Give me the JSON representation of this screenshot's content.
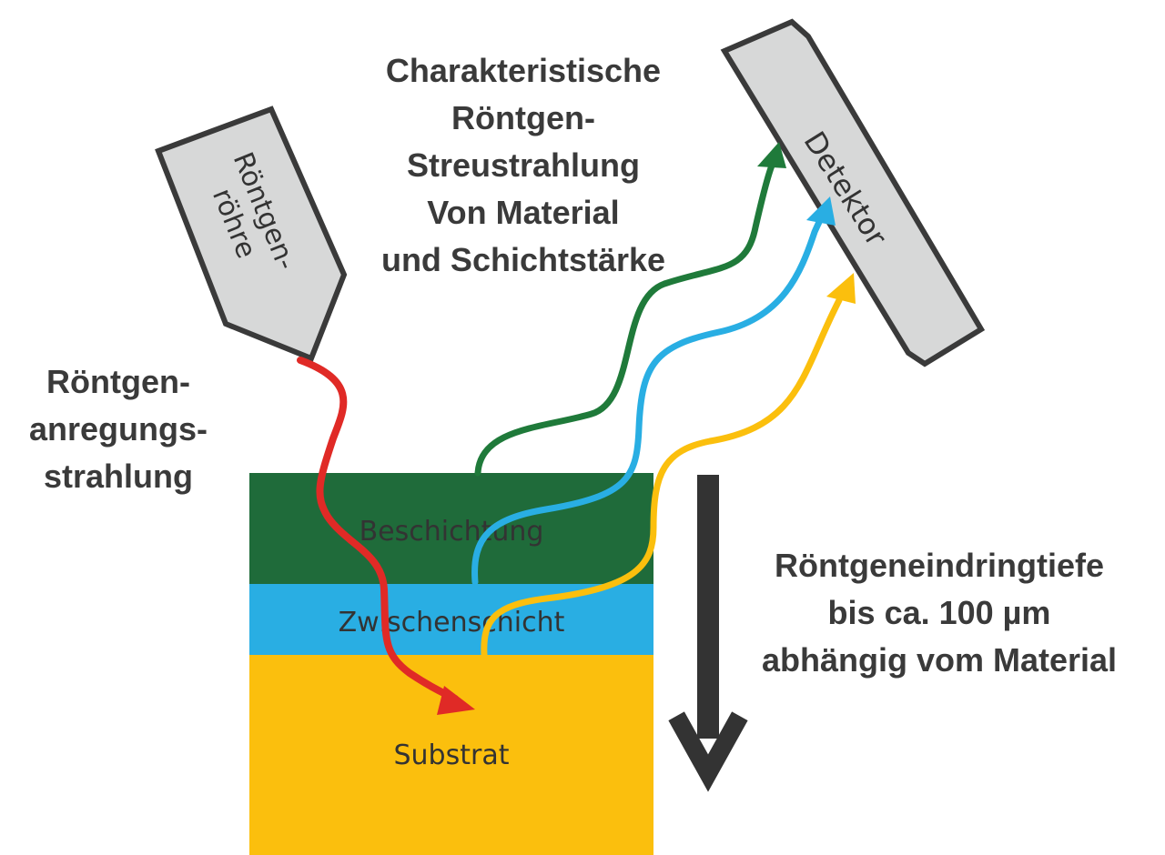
{
  "labels": {
    "characteristic": [
      "Charakteristische",
      "Röntgen-",
      "Streustrahlung",
      "Von Material",
      "und Schichtstärke"
    ],
    "excitation": [
      "Röntgen-",
      "anregungs-",
      "strahlung"
    ],
    "tube": [
      "Röntgen-",
      "röhre"
    ],
    "detector": "Detektor",
    "penetration": [
      "Röntgeneindringtiefe",
      "bis ca. 100 µm",
      "abhängig vom Material"
    ]
  },
  "layers": {
    "coating": "Beschichtung",
    "intermediate": "Zwischenschicht",
    "substrate": "Substrat"
  },
  "colors": {
    "coating": "#1f6b3a",
    "intermediate": "#29aee3",
    "substrate": "#fbbf0d",
    "excitation_ray": "#e02a26",
    "coating_ray": "#1f7a3a",
    "intermediate_ray": "#29aee3",
    "substrate_ray": "#fbbf0d",
    "device_fill": "#d7d8d8",
    "device_stroke": "#3a3a3a",
    "depth_arrow": "#333333"
  }
}
